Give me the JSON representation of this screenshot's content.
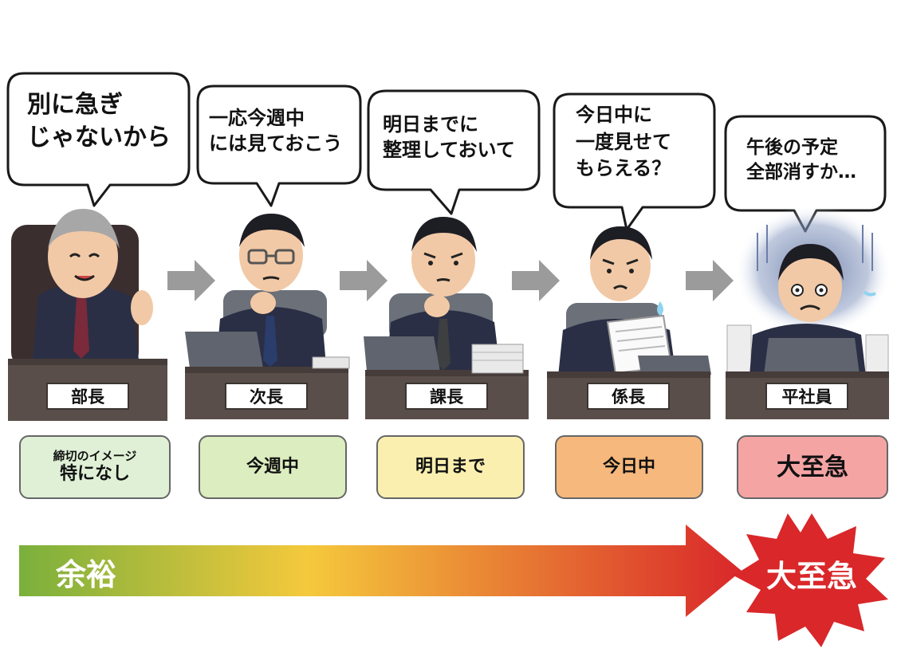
{
  "bubbles": [
    {
      "text": "別に急ぎ\nじゃないから"
    },
    {
      "text": "一応今週中\nには見ておこう"
    },
    {
      "text": "明日までに\n整理しておいて"
    },
    {
      "text": "今日中に\n一度見せて\nもらえる？"
    },
    {
      "text": "午後の予定\n全部消すか…"
    }
  ],
  "roles": [
    "部長",
    "次長",
    "課長",
    "係長",
    "平社員"
  ],
  "deadlines": [
    {
      "small": "締切のイメージ",
      "big": "特になし",
      "color": "#dff0d6"
    },
    {
      "big": "今週中",
      "color": "#dcedbf"
    },
    {
      "big": "明日まで",
      "color": "#fbefb0"
    },
    {
      "big": "今日中",
      "color": "#f6b87c"
    },
    {
      "big": "大至急",
      "color": "#f5a4a4"
    }
  ],
  "scale": {
    "start_label": "余裕",
    "end_label": "大至急"
  },
  "colors": {
    "gradient_start": "#7ab03c",
    "gradient_mid": "#f5c93c",
    "gradient_end": "#d9272a",
    "desk": "#5a4e4a",
    "arrow": "#9b9b9b"
  }
}
